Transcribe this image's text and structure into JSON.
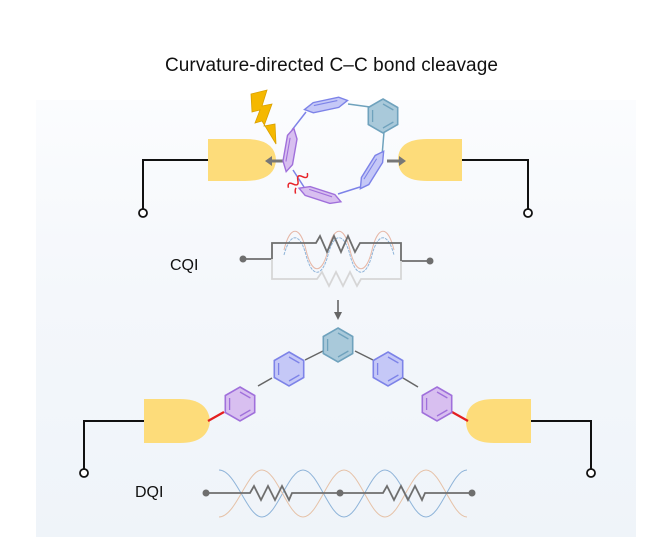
{
  "title": "Curvature-directed C–C bond cleavage",
  "labels": {
    "top_circuit": "CQI",
    "bottom_circuit": "DQI"
  },
  "icons": {
    "lightning": "lightning-bolt-icon",
    "wavy_break": "bond-cleavage-wavy-icon",
    "arrow_down": "arrow-down-icon"
  },
  "colors": {
    "electrode": "#fddc7a",
    "ring_blue": "#c5c8f7",
    "ring_blue_stroke": "#7d83e8",
    "ring_purple": "#d8bff0",
    "ring_purple_stroke": "#a070db",
    "ring_teal": "#a9c9da",
    "ring_teal_stroke": "#6fa2bd",
    "lightning": "#f5b800",
    "cleavage": "#e8242a",
    "anchor_bond": "#e41f1f",
    "wire": "#111111",
    "resistor": "#6e6e6e",
    "wave_blue": "#8fb4d9",
    "wave_orange": "#e6c2a8"
  }
}
